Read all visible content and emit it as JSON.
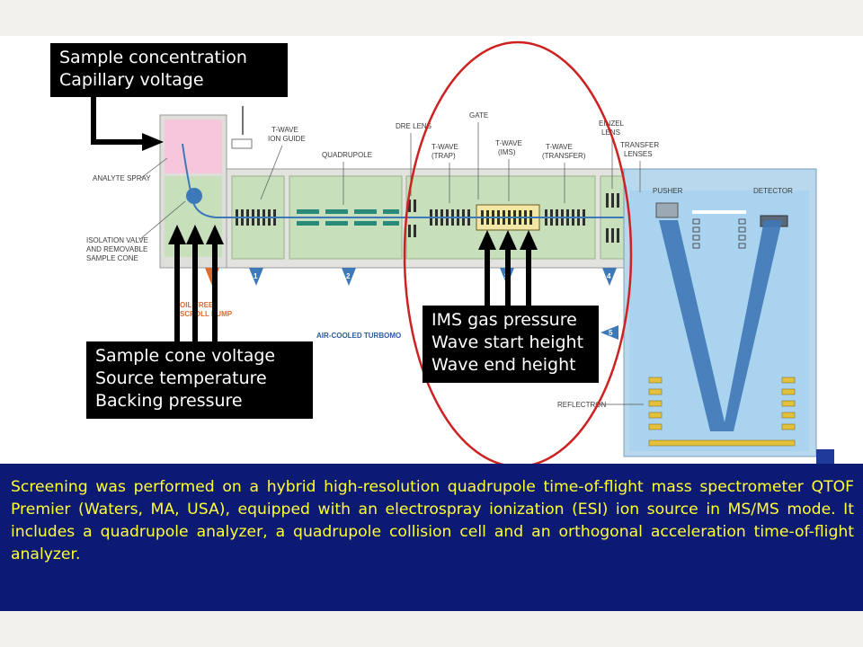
{
  "callouts": {
    "source": [
      "Sample concentration",
      "Capillary voltage"
    ],
    "cone": [
      "Sample cone voltage",
      "Source temperature",
      "Backing pressure"
    ],
    "ims": [
      "IMS gas pressure",
      "Wave start height",
      "Wave end height"
    ]
  },
  "diagram_labels": {
    "analyte_spray": "ANALYTE SPRAY",
    "isolation_valve": [
      "ISOLATION VALVE",
      "AND REMOVABLE",
      "SAMPLE CONE"
    ],
    "twave_ion_guide": [
      "T-WAVE",
      "ION GUIDE"
    ],
    "quadrupole": "QUADRUPOLE",
    "dre_lens": "DRE LENS",
    "gate": "GATE",
    "twave_trap": [
      "T-WAVE",
      "(TRAP)"
    ],
    "twave_ims": [
      "T-WAVE",
      "(IMS)"
    ],
    "twave_transfer": [
      "T-WAVE",
      "(TRANSFER)"
    ],
    "einzel_lens": [
      "EINZEL",
      "LENS"
    ],
    "transfer_lenses": [
      "TRANSFER",
      "LENSES"
    ],
    "pusher": "PUSHER",
    "detector": "DETECTOR",
    "reflectron": "REFLECTRON",
    "oil_free_pump": [
      "OIL-FREE",
      "SCROLL PUMP"
    ],
    "turbo": "AIR-COOLED TURBOMO",
    "pump_numbers": [
      "1",
      "2",
      "3",
      "4",
      "5"
    ]
  },
  "caption": "Screening was performed on a hybrid high-resolution quadrupole time-of-flight mass spectrometer QTOF Premier (Waters, MA, USA), equipped with an electrospray ionization (ESI) ion source in MS/MS mode. It includes a quadrupole analyzer, a quadrupole collision cell and an orthogonal acceleration time-of-flight analyzer.",
  "colors": {
    "caption_bg": "#0c1a73",
    "caption_text": "#ffff33",
    "chamber_green": "#c7dfba",
    "tof_blue": "#a9d3ef",
    "source_pink": "#f6c6da",
    "highlight_ring": "#cc2222"
  }
}
